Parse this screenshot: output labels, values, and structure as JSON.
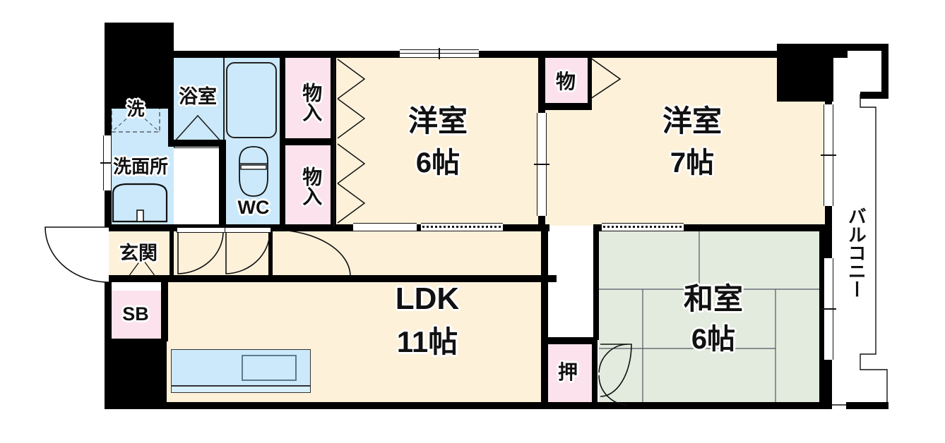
{
  "plan": {
    "type": "japanese-apartment-floor-plan",
    "layout_code": "3LDK",
    "palette": {
      "wall": "#000000",
      "floor": "#fdf1da",
      "water_room": "#cbe9fa",
      "closet": "#fbe2ec",
      "tatami": "#e2ebdd",
      "balcony": "#ffffff"
    }
  },
  "rooms": [
    {
      "id": "washing-machine",
      "label": "洗",
      "size": "",
      "type": "utility"
    },
    {
      "id": "bathroom",
      "label": "浴室",
      "size": "",
      "type": "bath"
    },
    {
      "id": "washroom",
      "label": "洗面所",
      "size": "",
      "type": "vanity"
    },
    {
      "id": "toilet",
      "label": "WC",
      "size": "",
      "type": "toilet"
    },
    {
      "id": "closet-upper",
      "label": "物入",
      "size": "",
      "type": "closet"
    },
    {
      "id": "closet-lower",
      "label": "物入",
      "size": "",
      "type": "closet"
    },
    {
      "id": "western-room-6",
      "label": "洋室",
      "size": "6帖",
      "type": "western"
    },
    {
      "id": "closet-small",
      "label": "物",
      "size": "",
      "type": "closet"
    },
    {
      "id": "western-room-7",
      "label": "洋室",
      "size": "7帖",
      "type": "western"
    },
    {
      "id": "entrance",
      "label": "玄関",
      "size": "",
      "type": "entry"
    },
    {
      "id": "shoe-box",
      "label": "SB",
      "size": "",
      "type": "storage"
    },
    {
      "id": "ldk",
      "label": "LDK",
      "size": "11帖",
      "type": "living"
    },
    {
      "id": "oshiire",
      "label": "押",
      "size": "",
      "type": "closet"
    },
    {
      "id": "japanese-room-6",
      "label": "和室",
      "size": "6帖",
      "type": "tatami"
    },
    {
      "id": "balcony",
      "label": "バルコニー",
      "size": "",
      "type": "outdoor"
    }
  ],
  "labels": {
    "washing_machine": "洗",
    "bathroom": "浴室",
    "washroom": "洗面所",
    "toilet": "WC",
    "closet_upper": "物入",
    "closet_lower": "物入",
    "western6_name": "洋室",
    "western6_size": "6帖",
    "closet_small": "物",
    "western7_name": "洋室",
    "western7_size": "7帖",
    "entrance": "玄関",
    "shoe_box": "SB",
    "ldk_name": "LDK",
    "ldk_size": "11帖",
    "oshiire": "押",
    "japanese_name": "和室",
    "japanese_size": "6帖",
    "balcony": "バルコニー"
  },
  "fixtures": [
    {
      "id": "bathtub",
      "name": "bathtub-icon"
    },
    {
      "id": "vanity-sink",
      "name": "vanity-sink-icon"
    },
    {
      "id": "toilet-bowl",
      "name": "toilet-icon"
    },
    {
      "id": "kitchen-sink",
      "name": "kitchen-counter-icon"
    },
    {
      "id": "washer-slot",
      "name": "washing-machine-slot-icon"
    }
  ]
}
